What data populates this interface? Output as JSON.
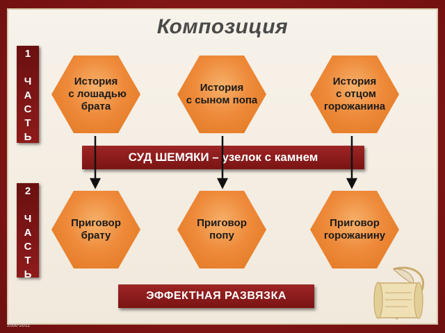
{
  "title": "Композиция",
  "part1_label": "1\n\nЧ\nА\nС\nТ\nЬ",
  "part2_label": "2\n\nЧ\nА\nС\nТ\nЬ",
  "top_hexagons": [
    "История\n с лошадью\nбрата",
    "История\nс сыном попа",
    "История\n с отцом\nгорожанина"
  ],
  "center_band": "СУД  ШЕМЯКИ – узелок с камнем",
  "bottom_hexagons": [
    "Приговор\nбрату",
    "Приговор\nпопу",
    "Приговор\nгорожанину"
  ],
  "bottom_band": "ЭФФЕКТНАЯ   РАЗВЯЗКА",
  "footer_stamp": "2000-2011"
}
